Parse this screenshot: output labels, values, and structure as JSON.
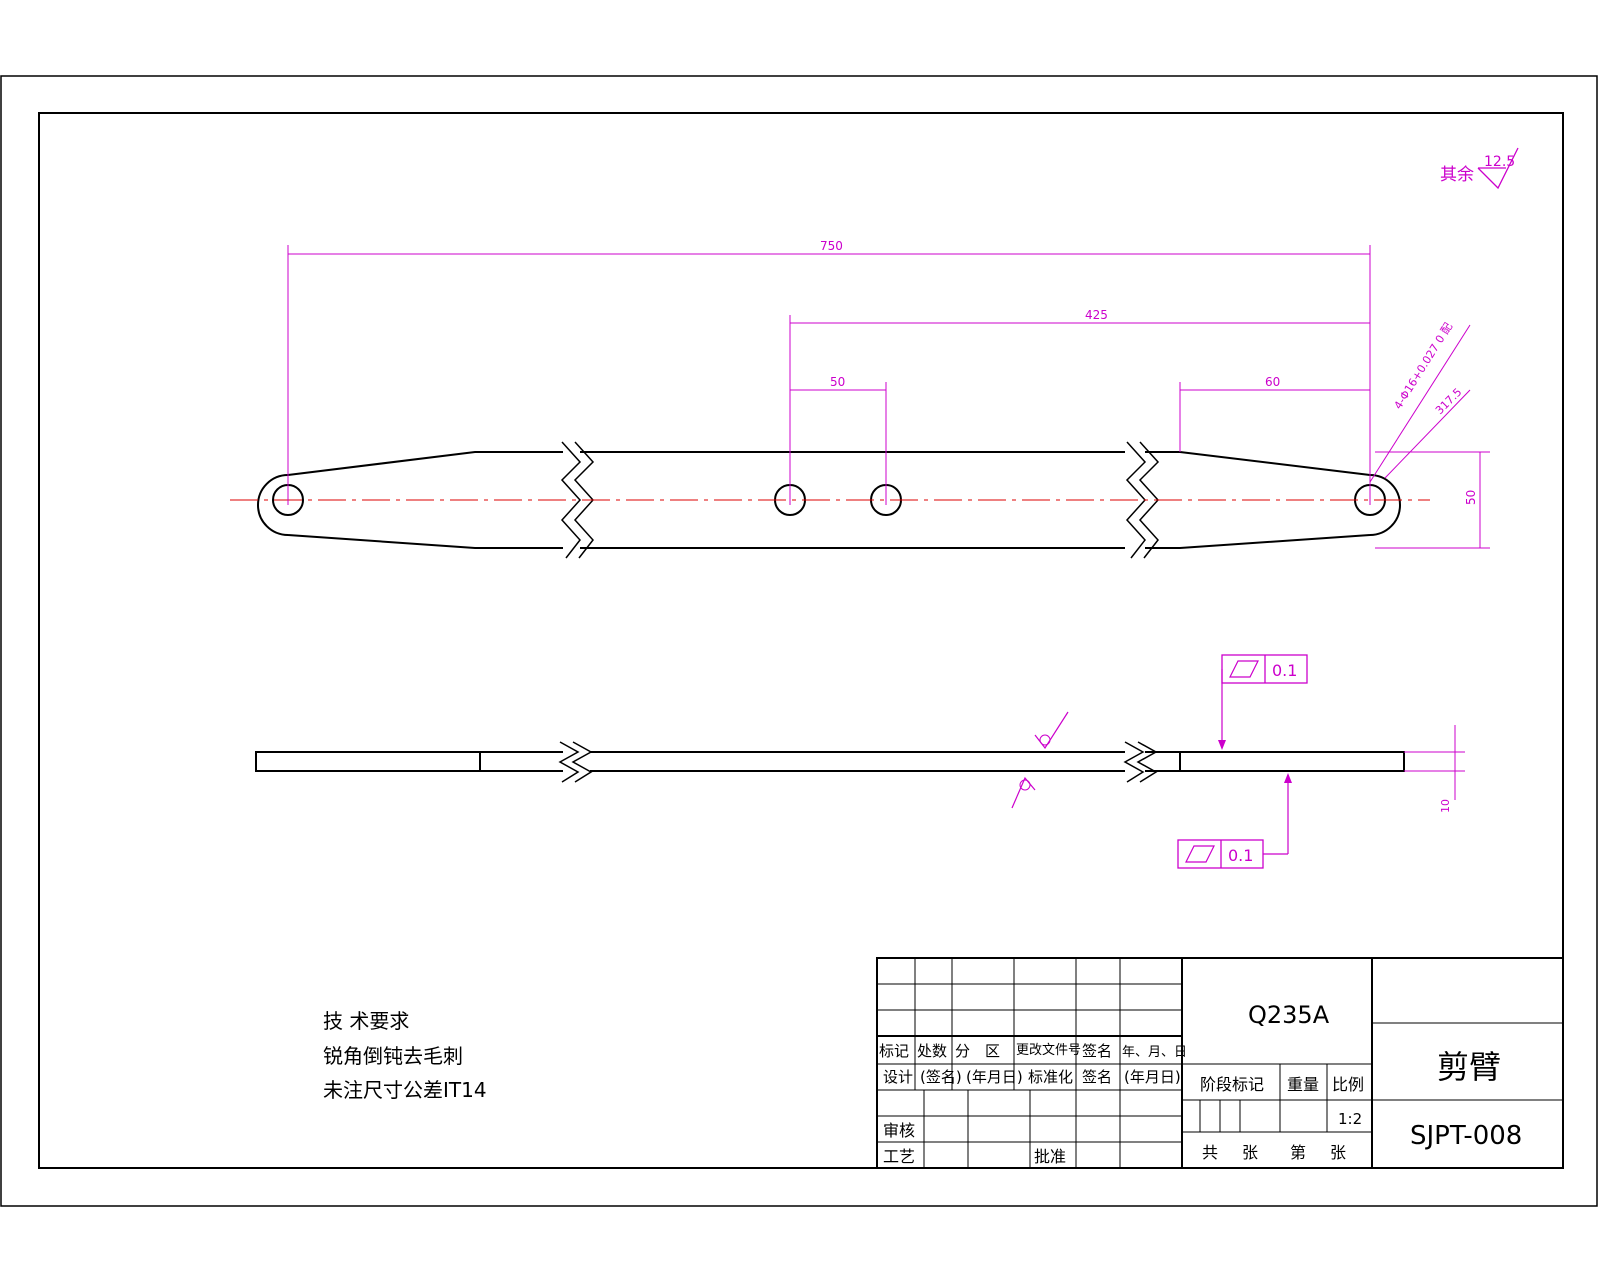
{
  "dimensions": {
    "overall_length": "750",
    "hole_to_end": "425",
    "hole_pitch": "50",
    "end_offset": "60",
    "width": "50",
    "hole_spec": "4-Φ16+0.027 0 配",
    "radius_note": "317.5",
    "thickness": "10"
  },
  "roughness": {
    "prefix": "其余",
    "value": "12.5"
  },
  "tolerances": {
    "top_frame_value": "0.1",
    "bottom_frame_value": "0.1"
  },
  "tech_requirements": {
    "title": "技 术要求",
    "line1": "锐角倒钝去毛刺",
    "line2": "未注尺寸公差IT14"
  },
  "title_block": {
    "material": "Q235A",
    "part_name": "剪臂",
    "drawing_number": "SJPT-008",
    "scale": "1:2",
    "row_labels": {
      "mark": "标记",
      "count": "处数",
      "zone": "分　区",
      "change_doc": "更改文件号",
      "signature": "签名",
      "date_ymd": "年、月、日",
      "design": "设计",
      "sign_paren": "(签名)",
      "date_paren": "(年月日)",
      "standardize": "标准化",
      "signature2": "签名",
      "date_paren2": "(年月日)",
      "review": "审核",
      "process": "工艺",
      "approve": "批准"
    },
    "stage_mark": "阶段标记",
    "weight": "重量",
    "ratio": "比例",
    "total": "共",
    "sheets": "张",
    "sheet_no": "第",
    "sheets2": "张"
  },
  "colors": {
    "dimension": "#cc00cc",
    "centerline": "#dd0000",
    "outline": "#000000"
  }
}
